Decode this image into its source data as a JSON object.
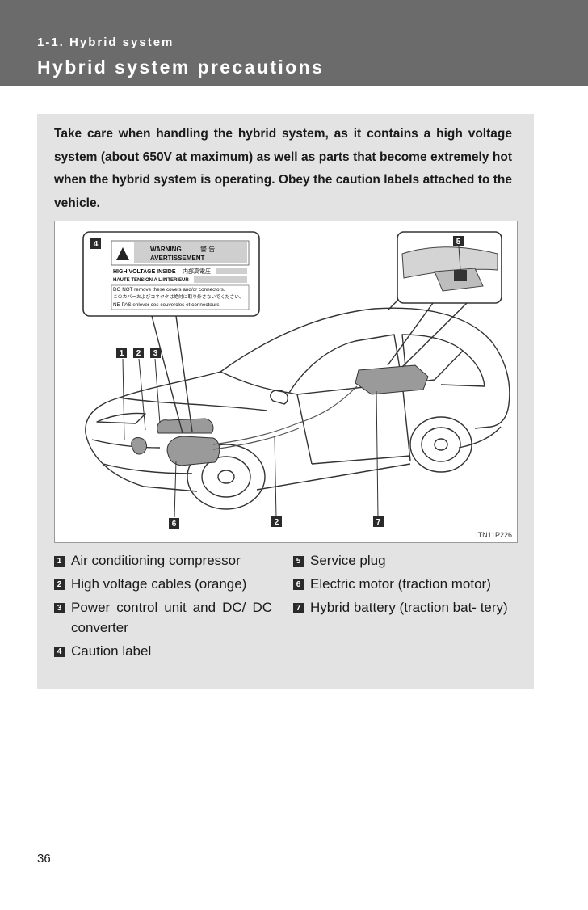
{
  "header": {
    "section": "1-1. Hybrid system",
    "title": "Hybrid system precautions"
  },
  "intro": "Take care when handling the hybrid system, as it contains a high voltage system (about 650V at maximum) as well as parts that become extremely hot when the hybrid system is operating. Obey the caution labels attached to the vehicle.",
  "figure": {
    "code": "ITN11P226",
    "caution_label": {
      "warning": "WARNING",
      "warning_jp": "警 告",
      "avertissement": "AVERTISSEMENT",
      "high_voltage": "HIGH VOLTAGE INSIDE",
      "high_voltage_jp": "内部高電圧",
      "haute_tension": "HAUTE TENSION A L'INTERIEUR",
      "line_en": "DO NOT remove these covers and/or connectors.",
      "line_jp": "このカバーおよびコネクタは絶対に取り外さないでください。",
      "line_fr": "NE PAS enlever ces couvercles et connecteurs."
    },
    "callouts": [
      "1",
      "2",
      "3",
      "4",
      "5",
      "6",
      "7"
    ]
  },
  "legend": {
    "left": [
      {
        "num": "1",
        "text": "Air conditioning compressor"
      },
      {
        "num": "2",
        "text": "High voltage cables (orange)"
      },
      {
        "num": "3",
        "text": "Power control unit and DC/ DC converter"
      },
      {
        "num": "4",
        "text": "Caution label"
      }
    ],
    "right": [
      {
        "num": "5",
        "text": "Service plug"
      },
      {
        "num": "6",
        "text": "Electric motor (traction motor)"
      },
      {
        "num": "7",
        "text": "Hybrid battery (traction bat- tery)"
      }
    ]
  },
  "page_number": "36"
}
